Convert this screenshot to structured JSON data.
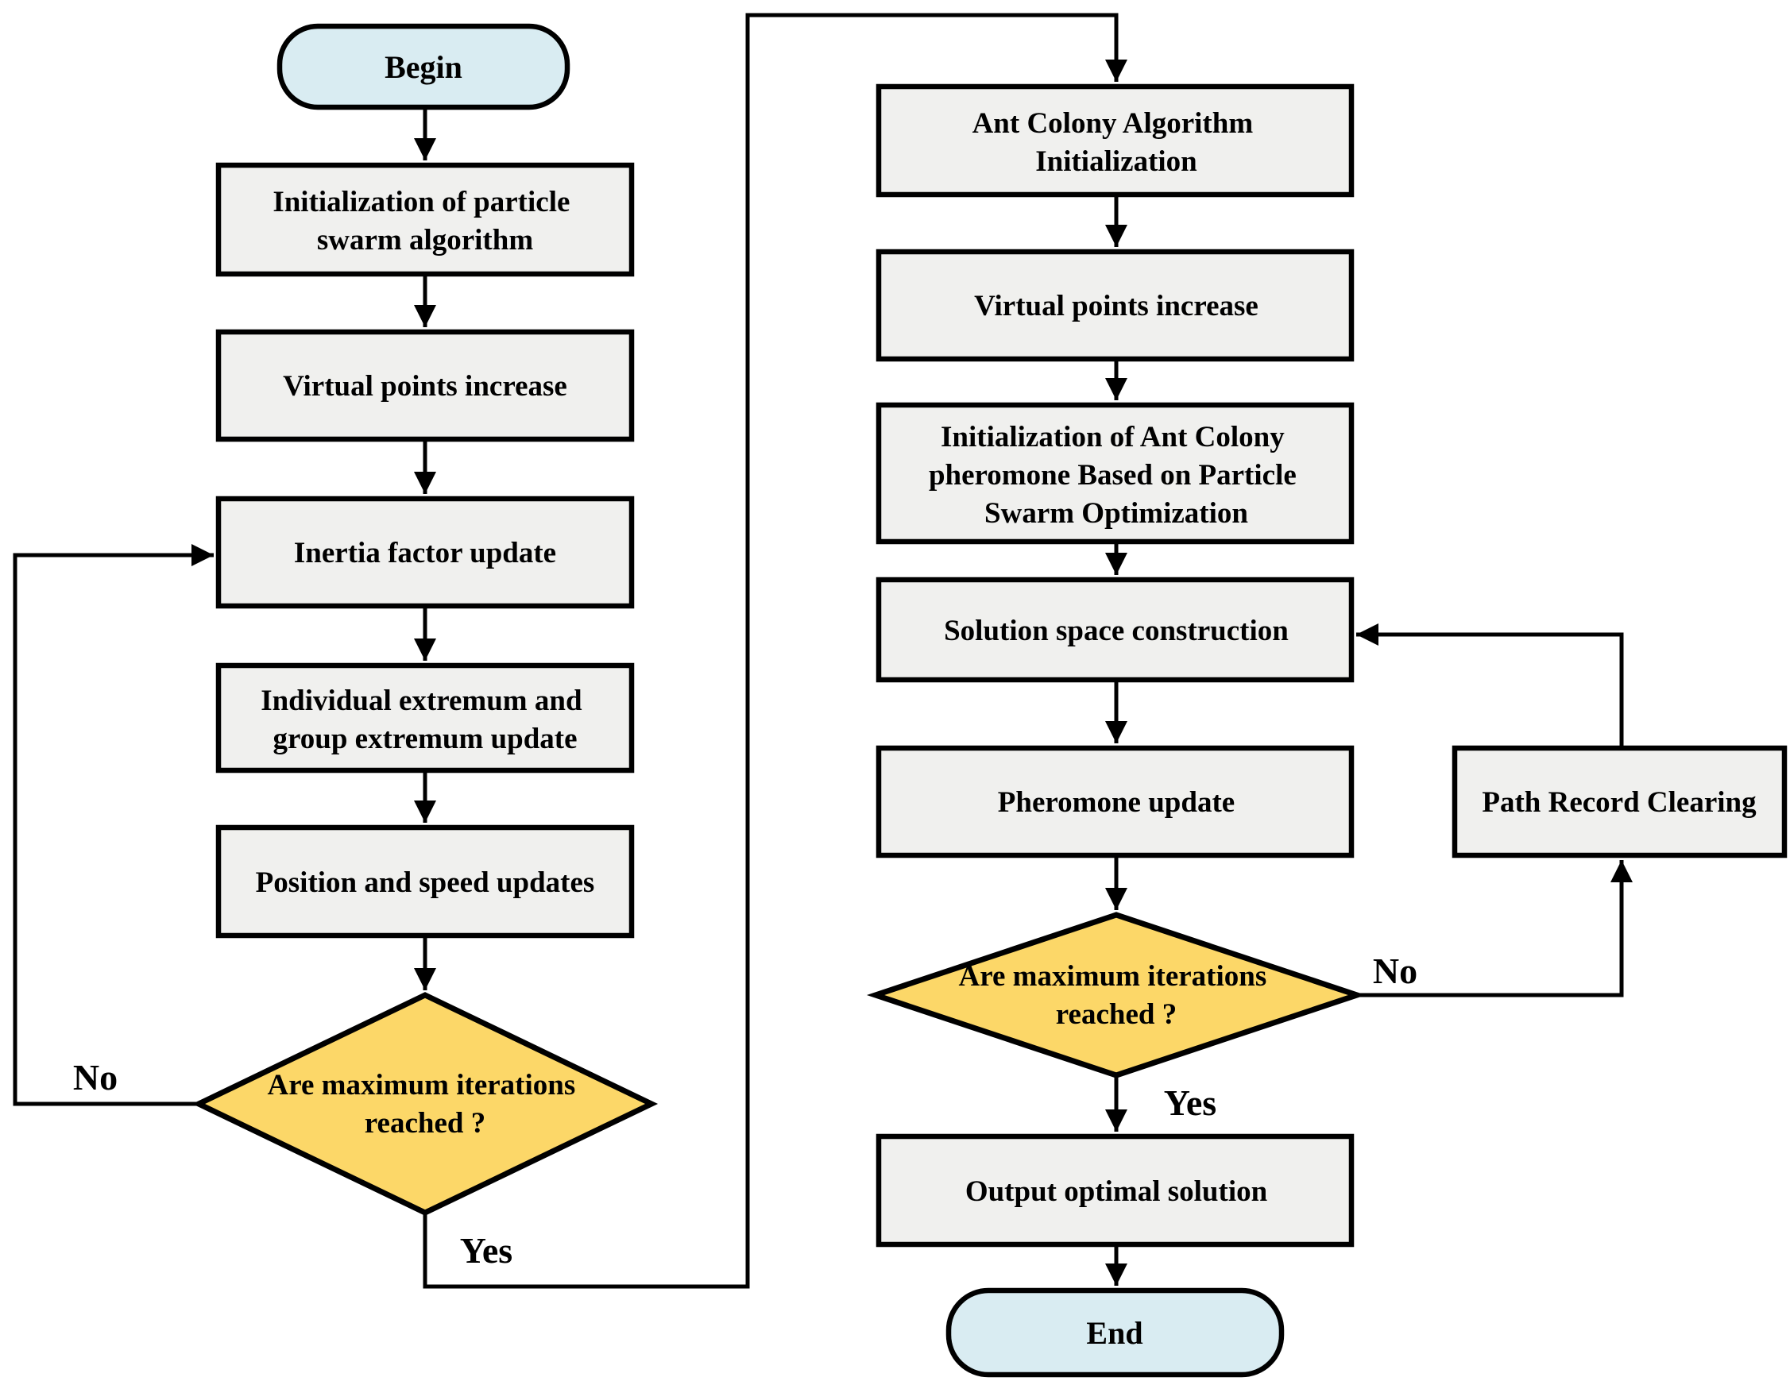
{
  "diagram": {
    "title": "PSO + Ant Colony Algorithm flowchart",
    "colors": {
      "terminal_fill": "#d9ecf2",
      "process_fill": "#f0f0ee",
      "decision_fill": "#fcd768",
      "line_color": "#000000"
    },
    "nodes": {
      "begin": {
        "label": "Begin"
      },
      "pso_init": {
        "lines": [
          "Initialization of particle",
          "swarm algorithm"
        ]
      },
      "virtual_points_left": {
        "label": "Virtual points increase"
      },
      "inertia_update": {
        "label": "Inertia factor update"
      },
      "extremum_update": {
        "lines": [
          "Individual extremum and",
          "group extremum update"
        ]
      },
      "position_speed": {
        "label": "Position and speed updates"
      },
      "decision_left": {
        "lines": [
          "Are maximum iterations",
          "reached ?"
        ]
      },
      "aco_init": {
        "lines": [
          "Ant Colony Algorithm",
          "Initialization"
        ]
      },
      "virtual_points_right": {
        "label": "Virtual points increase"
      },
      "pheromone_init": {
        "lines": [
          "Initialization of Ant Colony",
          "pheromone Based on Particle",
          "Swarm Optimization"
        ]
      },
      "solution_space": {
        "label": "Solution space construction"
      },
      "pheromone_update": {
        "label": "Pheromone update"
      },
      "decision_right": {
        "lines": [
          "Are maximum iterations",
          "reached ?"
        ]
      },
      "path_record_clearing": {
        "label": "Path Record Clearing"
      },
      "output_solution": {
        "label": "Output optimal solution"
      },
      "end": {
        "label": "End"
      }
    },
    "edge_labels": {
      "no_left": "No",
      "yes_left": "Yes",
      "no_right": "No",
      "yes_right": "Yes"
    }
  }
}
